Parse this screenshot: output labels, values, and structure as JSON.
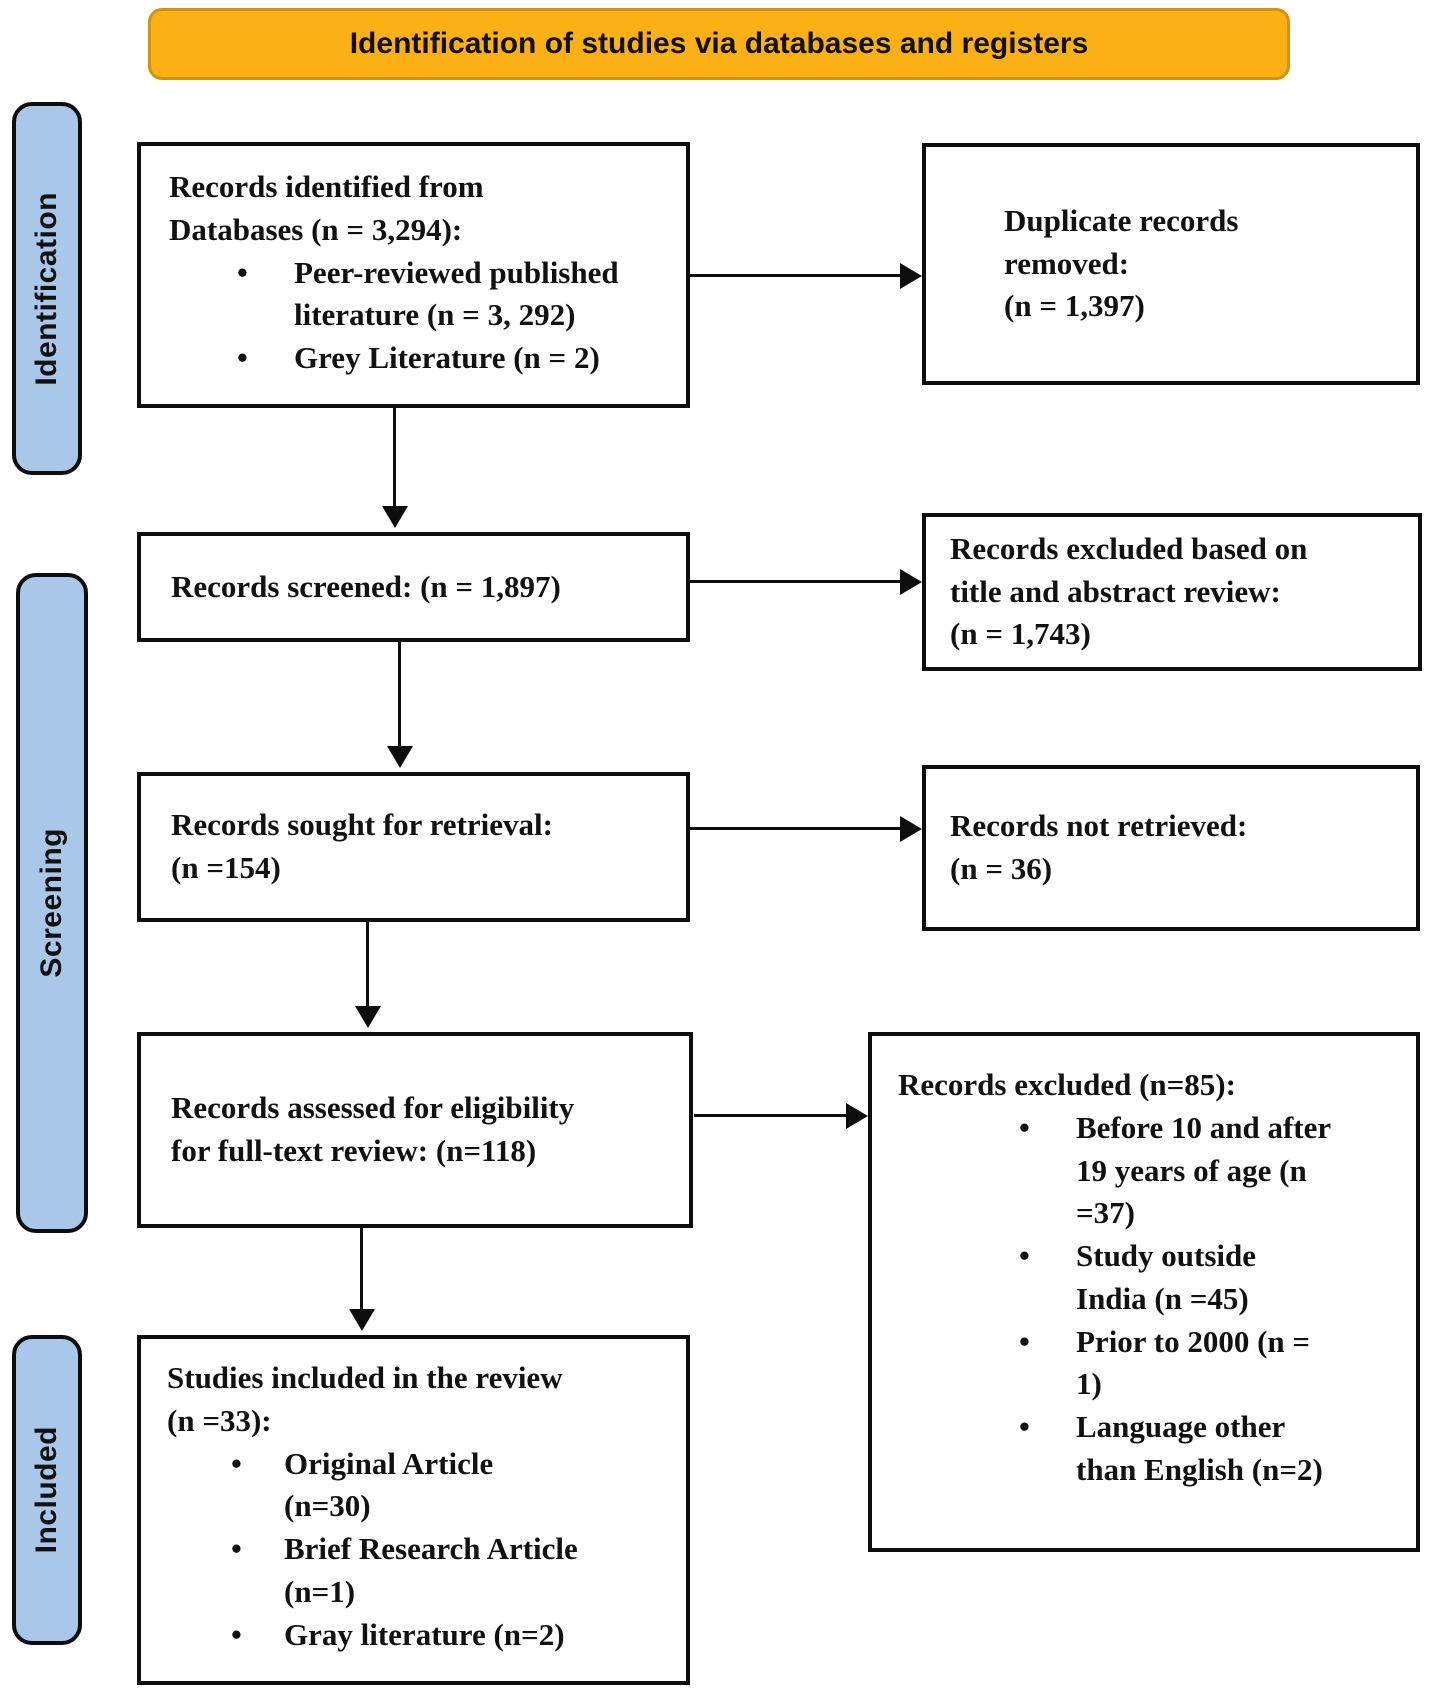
{
  "banner": {
    "title": "Identification of studies via databases and registers"
  },
  "stages": {
    "identification": "Identification",
    "screening": "Screening",
    "included": "Included"
  },
  "boxes": {
    "identified": {
      "title": "Records identified from\nDatabases (n = 3,294):",
      "bullets": [
        "Peer-reviewed published\nliterature (n = 3, 292)",
        "Grey Literature (n = 2)"
      ]
    },
    "duplicates": {
      "text": "Duplicate records\nremoved:\n(n = 1,397)"
    },
    "screened": {
      "text": "Records screened: (n = 1,897)"
    },
    "excluded_title_abstract": {
      "text": "Records excluded based on\ntitle and abstract review:\n(n = 1,743)"
    },
    "sought": {
      "text": "Records sought for retrieval:\n(n =154)"
    },
    "not_retrieved": {
      "text": "Records not retrieved:\n(n = 36)"
    },
    "assessed": {
      "text": "Records assessed for eligibility\nfor full-text review: (n=118)"
    },
    "excluded_fulltext": {
      "title": "Records excluded (n=85):",
      "bullets": [
        "Before 10 and after\n19 years of age (n\n=37)",
        "Study outside\nIndia (n =45)",
        "Prior to 2000 (n =\n1)",
        "Language other\nthan English (n=2)"
      ]
    },
    "included": {
      "title": "Studies included in the review\n(n =33):",
      "bullets": [
        "Original Article\n(n=30)",
        "Brief Research Article\n(n=1)",
        "Gray literature (n=2)"
      ]
    }
  },
  "bullet_glyph": "•",
  "colors": {
    "banner_bg": "#FBB116",
    "banner_border": "#D2920E",
    "stage_bg": "#A9C7E8",
    "box_border": "#0d0d0d"
  }
}
